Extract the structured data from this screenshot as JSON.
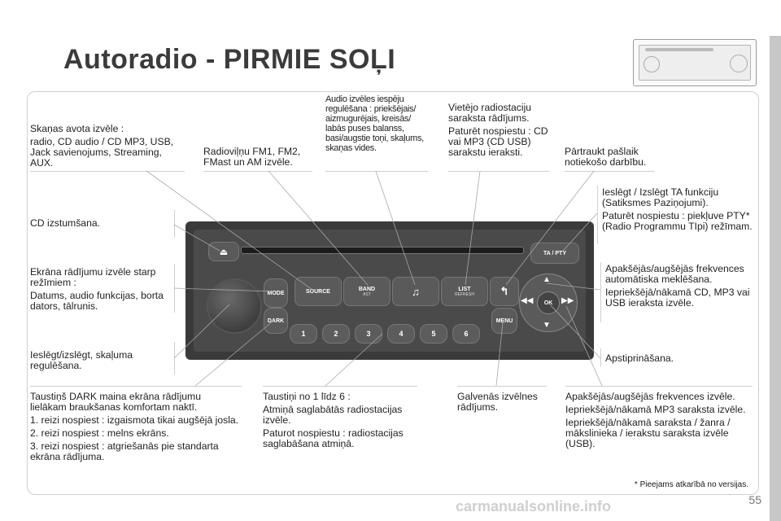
{
  "title": "Autoradio - PIRMIE SOĻI",
  "labels": {
    "source_title": "Skaņas avota izvēle :",
    "source_body": "radio, CD audio / CD MP3, USB, Jack savienojums, Streaming, AUX.",
    "bands": "Radioviļņu FM1, FM2, FMast un AM izvēle.",
    "audio_opts": "Audio izvēles iespēju regulēšana : priekšējais/ aizmugurējais, kreisās/ labās puses balanss, basi/augstie toņi, skaļums, skaņas vides.",
    "list_title": "Vietējo radiostaciju saraksta rādījums.",
    "list_body": "Paturēt nospiestu : CD vai MP3 (CD USB) sarakstu ieraksti.",
    "abort": "Pārtraukt pašlaik notiekošo darbību.",
    "ta_title": "Ieslēgt / Izslēgt TA funkciju (Satiksmes Paziņojumi).",
    "ta_body": "Paturēt nospiestu : piekļuve PTY* (Radio Programmu TIpi) režīmam.",
    "eject": "CD izstumšana.",
    "mode_title": "Ekrāna rādījumu izvēle starp režīmiem :",
    "mode_body": "Datums, audio funkcijas, borta dators, tālrunis.",
    "power": "Ieslēgt/izslēgt, skaļuma regulēšana.",
    "updown_title": "Apakšējās/augšējās frekvences automātiska meklēšana.",
    "updown_body": "Iepriekšējā/nākamā CD, MP3 vai USB ieraksta izvēle.",
    "ok": "Apstiprināšana.",
    "dark_title": "Taustiņš DARK maina ekrāna rādījumu lielākam braukšanas komfortam naktī.",
    "dark_1": "1. reizi nospiest : izgaismota tikai augšējā josla.",
    "dark_2": "2. reizi nospiest : melns ekrāns.",
    "dark_3": "3. reizi nospiest : atgriešanās pie standarta ekrāna rādījuma.",
    "keys_title": "Taustiņi no 1 līdz 6 :",
    "keys_1": "Atmiņā saglabātās radiostacijas izvēle.",
    "keys_2": "Paturot nospiestu : radiostacijas saglabāšana atmiņā.",
    "menu": "Galvenās izvēlnes rādījums.",
    "lr_title": "Apakšējās/augšējās frekvences izvēle.",
    "lr_1": "Iepriekšējā/nākamā MP3 saraksta izvēle.",
    "lr_2": "Iepriekšējā/nākamā saraksta / žanra / mākslinieka / ierakstu saraksta izvēle (USB).",
    "footnote": "* Pieejams atkarībā no versijas.",
    "page": "55",
    "watermark": "carmanualsonline.info"
  },
  "radio": {
    "source": "SOURCE",
    "band": "BAND",
    "band_sub": "AST",
    "list": "LIST",
    "list_sub": "REFRESH",
    "mode": "MODE",
    "dark": "DARK",
    "menu": "MENU",
    "ta": "TA / PTY",
    "ok": "OK",
    "numbers": [
      "1",
      "2",
      "3",
      "4",
      "5",
      "6"
    ]
  }
}
